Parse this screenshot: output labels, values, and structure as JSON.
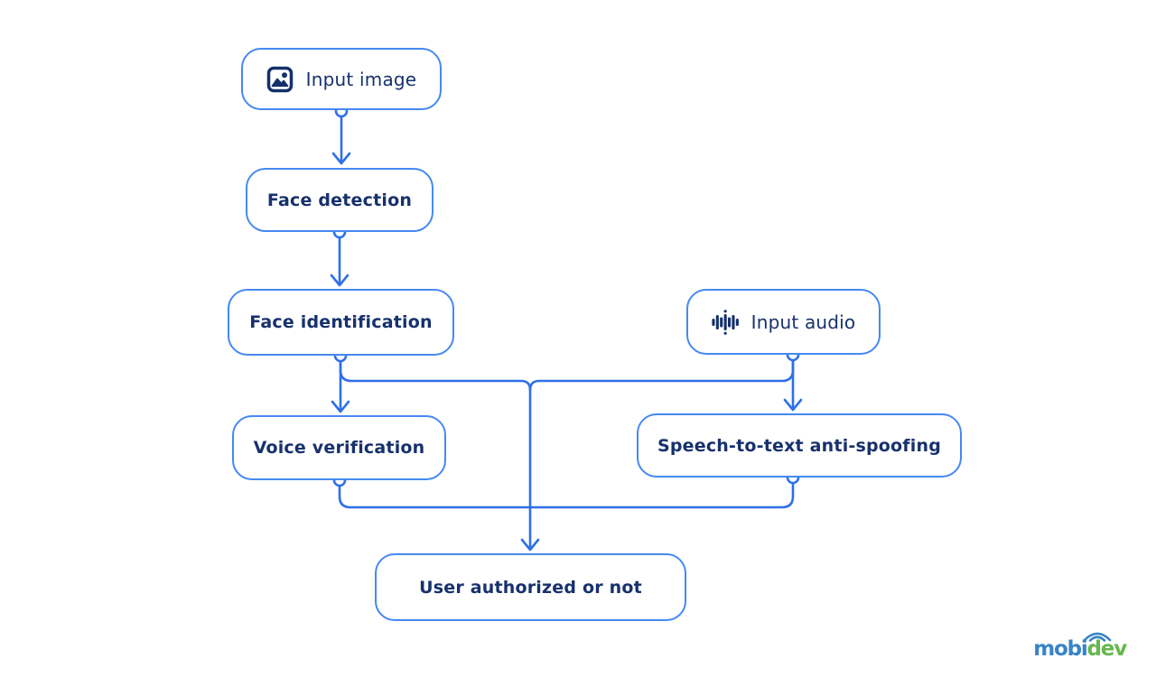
{
  "diagram": {
    "nodes": {
      "input_image": {
        "label": "Input image",
        "icon": "image-icon"
      },
      "face_detection": {
        "label": "Face detection"
      },
      "face_identification": {
        "label": "Face identification"
      },
      "input_audio": {
        "label": "Input audio",
        "icon": "audio-waveform-icon"
      },
      "voice_verification": {
        "label": "Voice verification"
      },
      "speech_anti_spoofing": {
        "label": "Speech-to-text anti-spoofing"
      },
      "user_authorized": {
        "label": "User authorized or not"
      }
    },
    "colors": {
      "background": "#FFFFFF",
      "box_border": "#4589F2",
      "connector": "#2F70E8",
      "text": "#17316D",
      "icon": "#14306B",
      "logo_blue": "#3884C6",
      "logo_green": "#65B84E"
    }
  },
  "logo": {
    "part_blue": "mobi",
    "part_green": "dev"
  }
}
